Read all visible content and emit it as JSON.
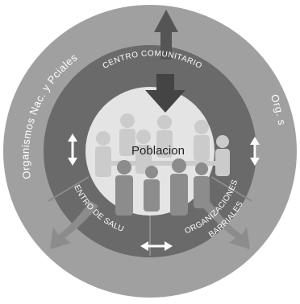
{
  "diagram": {
    "center_label": "Poblacion",
    "inner_ring": {
      "top_label": "CENTRO COMUNITARIO",
      "left_label": "CENTRO DE SALUD",
      "right_label_line1": "ORGANIZACIONES",
      "right_label_line2": "BARRIALES"
    },
    "outer_ring": {
      "left_label": "Organismos Nac. y Pciales",
      "right_label": "Org. s"
    },
    "colors": {
      "outer_ring": "#9f9f9f",
      "inner_ring": "#6b6b6b",
      "center_disc": "#e6e6e6",
      "people_light": "#c9c9c9",
      "people_dark": "#8a8a8a",
      "arrow_dark": "#555555",
      "arrow_outer": "#8c8c8c",
      "text_light": "#ffffff",
      "text_dark": "#222222"
    },
    "icons": [
      "people-group-icon",
      "double-arrow-icon"
    ]
  }
}
